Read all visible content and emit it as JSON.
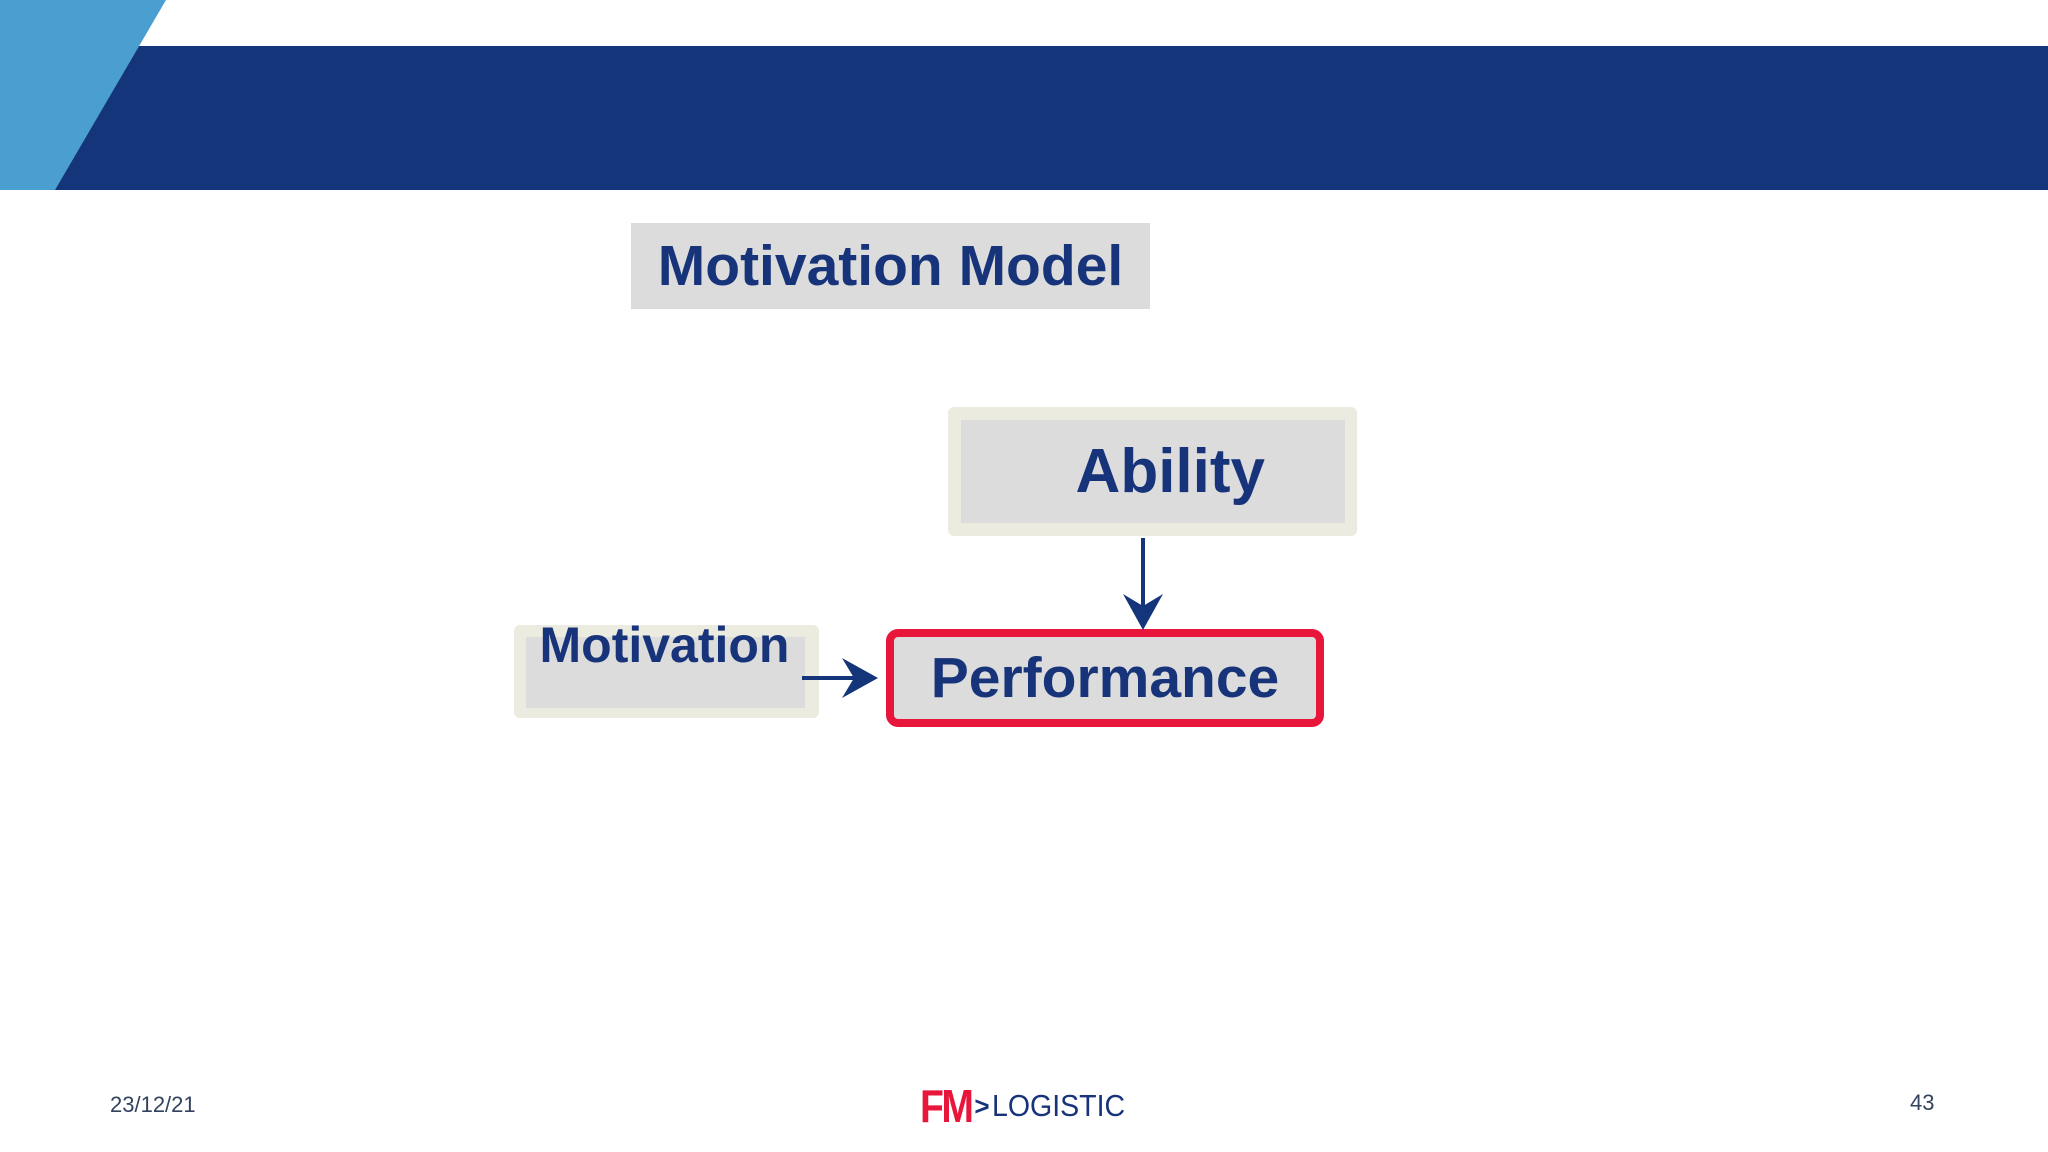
{
  "slide": {
    "title": "Motivation Model",
    "date": "23/12/21",
    "page_number": "43"
  },
  "diagram": {
    "nodes": {
      "ability": "Ability",
      "motivation": "Motivation",
      "performance": "Performance"
    },
    "edges": [
      {
        "from": "ability",
        "to": "performance"
      },
      {
        "from": "motivation",
        "to": "performance"
      }
    ]
  },
  "logo": {
    "mark": "FM",
    "separator": ">",
    "word": "LOGISTIC"
  },
  "colors": {
    "header_band": "#15357a",
    "header_accent": "#4a9fd0",
    "text_primary": "#17337a",
    "highlight_border": "#e8163a",
    "box_fill": "#dcdcdc",
    "box_outline": "#ecebdf",
    "logo_red": "#e8163a"
  }
}
